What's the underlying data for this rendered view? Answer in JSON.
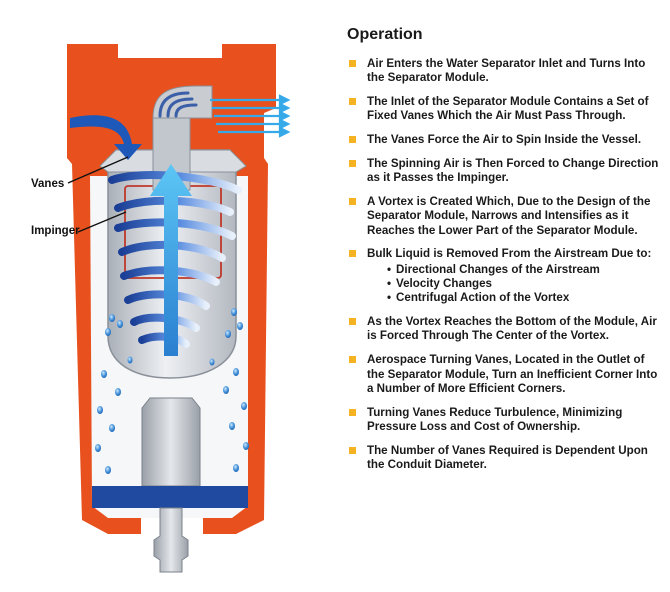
{
  "diagram": {
    "callouts": {
      "vanes": "Vanes",
      "impinger": "Impinger"
    },
    "colors": {
      "housing": "#e8501e",
      "shell": "#cfd3d8",
      "water": "#3f8fd8",
      "base": "#1f4aa0",
      "flow_arrow": "#36a9e8",
      "inlet_arrow": "#1e58b8"
    }
  },
  "operation": {
    "heading": "Operation",
    "bullet_color": "#f5b324",
    "items": [
      {
        "text": "Air Enters the Water Separator Inlet and Turns Into the Separator Module."
      },
      {
        "text": "The Inlet of the Separator Module Contains a Set of Fixed Vanes Which the Air Must Pass Through."
      },
      {
        "text": "The Vanes Force the Air to Spin Inside the Vessel."
      },
      {
        "text": "The Spinning Air is Then Forced to Change Direction as it Passes the Impinger."
      },
      {
        "text": " A Vortex is Created Which, Due to the Design of the Separator Module, Narrows and Intensifies as it Reaches the Lower Part of the Separator Module."
      },
      {
        "text": "Bulk Liquid is Removed From the Airstream Due to:"
      },
      {
        "text": "As the Vortex Reaches the Bottom of the Module, Air is Forced Through The Center of the Vortex."
      },
      {
        "text": "Aerospace Turning Vanes, Located in the Outlet of the Separator Module, Turn an Inefficient Corner Into a Number of More Efficient Corners."
      },
      {
        "text": "Turning Vanes Reduce Turbulence, Minimizing Pressure Loss and Cost of Ownership."
      },
      {
        "text": "The Number of Vanes Required is Dependent Upon the Conduit Diameter."
      }
    ],
    "sub_items": [
      "Directional Changes of the Airstream",
      "Velocity Changes",
      "Centrifugal Action of the Vortex"
    ]
  }
}
